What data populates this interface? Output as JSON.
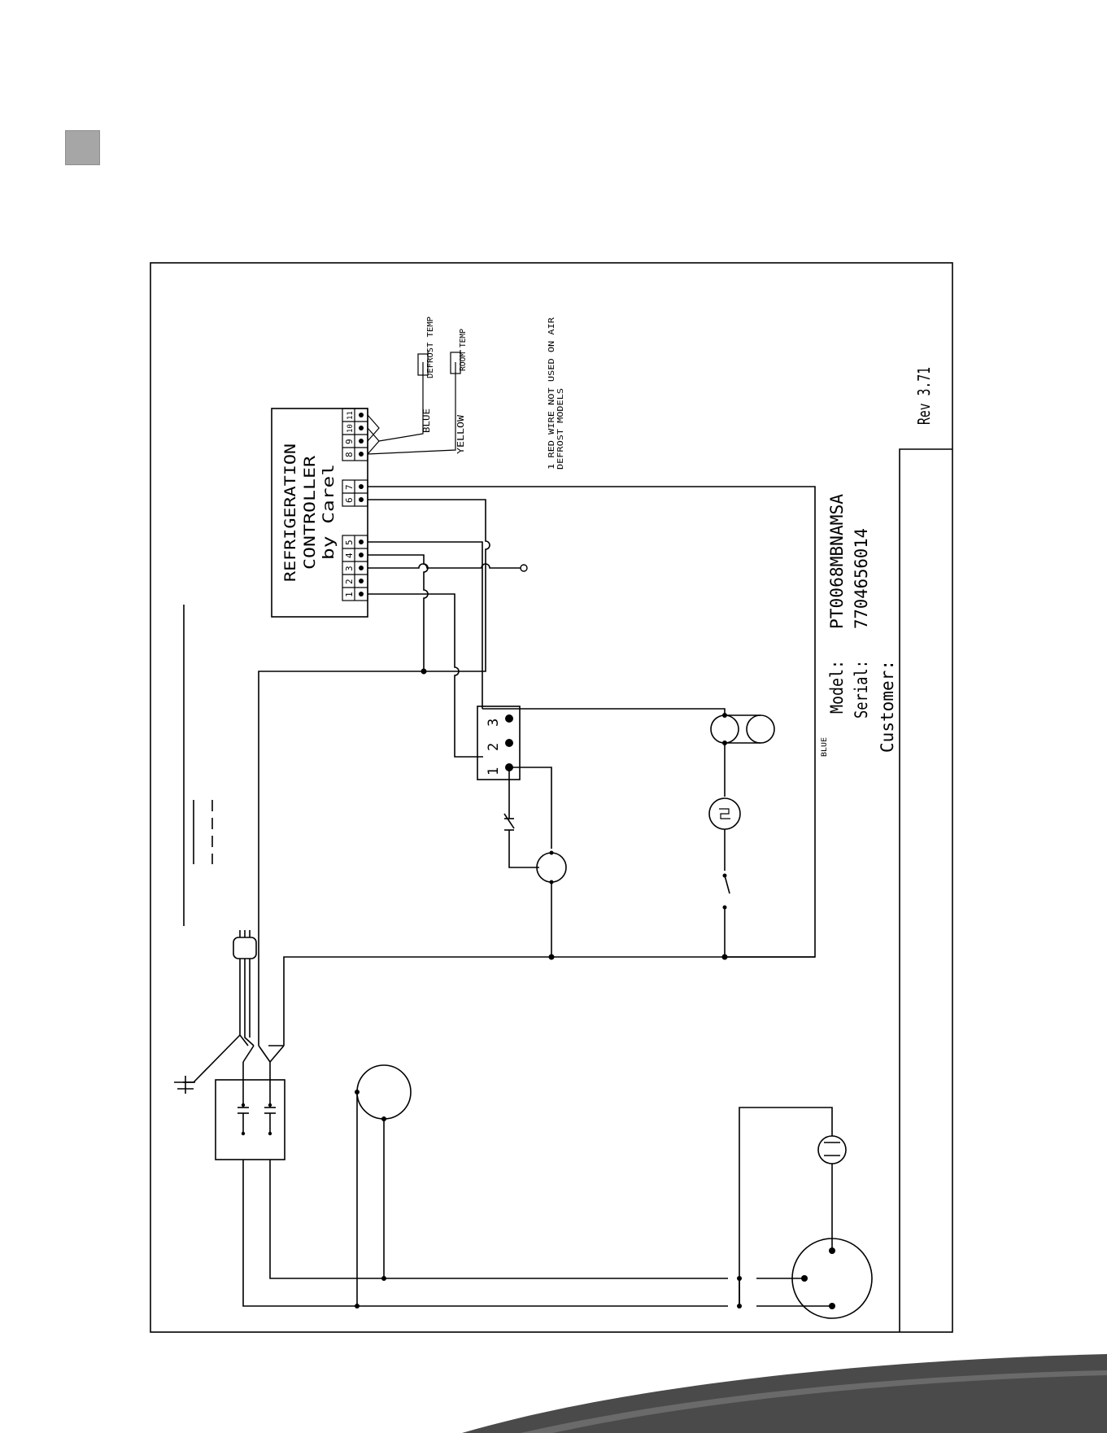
{
  "controller": {
    "title_line1": "REFRIGERATION",
    "title_line2": "CONTROLLER",
    "title_line3": "by Carel",
    "terminals": [
      "1",
      "2",
      "3",
      "4",
      "5",
      "6",
      "7",
      "8",
      "9",
      "10",
      "11"
    ]
  },
  "sensors": {
    "defrost": "DEFROST TEMP",
    "room": "ROOM TEMP"
  },
  "wire_labels": {
    "blue": "BLUE",
    "yellow": "YELLOW",
    "blue_small": "BLUE"
  },
  "note": {
    "line1": "1 RED WIRE NOT USED ON AIR",
    "line2": "DEFROST MODELS"
  },
  "relay": {
    "terminals": [
      "1",
      "2",
      "3"
    ]
  },
  "title_block": {
    "model_label": "Model:",
    "model_value": "PT0068MBNAMSA",
    "serial_label": "Serial:",
    "serial_value": "7704656014",
    "customer_label": "Customer:",
    "rev": "Rev 3.71"
  },
  "colors": {
    "ink": "#000000",
    "corner_tab": "#a6a6a6",
    "swoosh": "#4a4a4a"
  }
}
